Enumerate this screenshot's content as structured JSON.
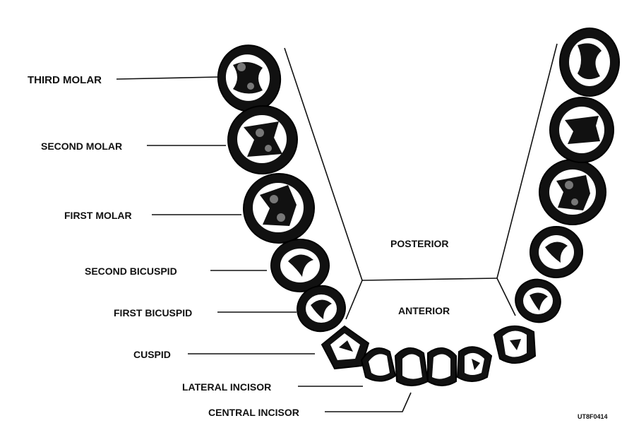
{
  "labels": {
    "third_molar": "THIRD MOLAR",
    "second_molar": "SECOND MOLAR",
    "first_molar": "FIRST MOLAR",
    "second_bicuspid": "SECOND BICUSPID",
    "first_bicuspid": "FIRST BICUSPID",
    "cuspid": "CUSPID",
    "lateral_incisor": "LATERAL INCISOR",
    "central_incisor": "CENTRAL INCISOR"
  },
  "regions": {
    "posterior": "POSTERIOR",
    "anterior": "ANTERIOR"
  },
  "figure_id": "UT8F0414",
  "colors": {
    "ink": "#111111",
    "paper": "#ffffff"
  }
}
